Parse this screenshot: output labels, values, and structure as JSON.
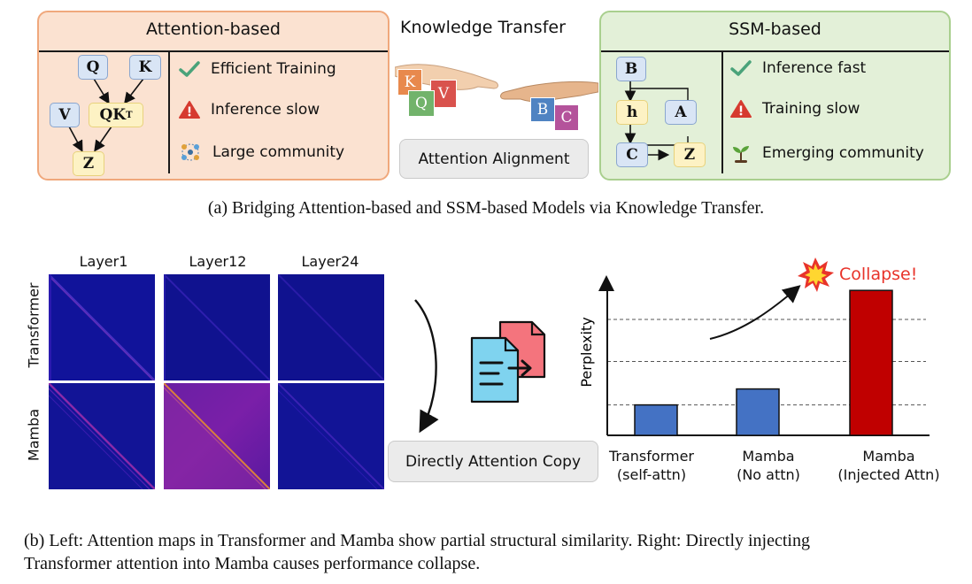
{
  "part_a": {
    "attention_panel": {
      "title": "Attention-based",
      "nodes": [
        "Q",
        "K",
        "V",
        "QK",
        "T",
        "Z"
      ],
      "features": [
        {
          "icon": "checkmark-icon",
          "label": "Efficient Training"
        },
        {
          "icon": "warning-icon",
          "label": "Inference slow"
        },
        {
          "icon": "community-icon",
          "label": "Large community"
        }
      ]
    },
    "center": {
      "title": "Knowledge Transfer",
      "tiles_left": [
        "K",
        "Q",
        "V"
      ],
      "tiles_right": [
        "B",
        "C"
      ],
      "button_label": "Attention Alignment"
    },
    "ssm_panel": {
      "title": "SSM-based",
      "nodes": [
        "B",
        "h",
        "A",
        "C",
        "Z"
      ],
      "features": [
        {
          "icon": "checkmark-icon",
          "label": "Inference fast"
        },
        {
          "icon": "warning-icon",
          "label": "Training slow"
        },
        {
          "icon": "sprout-icon",
          "label": "Emerging community"
        }
      ]
    },
    "caption": "(a) Bridging Attention-based and SSM-based Models via Knowledge Transfer."
  },
  "part_b": {
    "layer_labels": [
      "Layer1",
      "Layer12",
      "Layer24"
    ],
    "row_labels": [
      "Transformer",
      "Mamba"
    ],
    "button_label": "Directly Attention Copy",
    "collapse_label": "Collapse!",
    "caption_line1": "(b) Left: Attention maps in Transformer and Mamba show partial structural similarity. Right: Directly injecting",
    "caption_line2": "Transformer attention into Mamba causes performance collapse."
  },
  "chart_data": {
    "type": "bar",
    "ylabel": "Perplexity",
    "categories": [
      {
        "line1": "Transformer",
        "line2": "(self-attn)"
      },
      {
        "line1": "Mamba",
        "line2": "(No attn)"
      },
      {
        "line1": "Mamba",
        "line2": "(Injected Attn)"
      }
    ],
    "values": [
      0.21,
      0.32,
      1.0
    ],
    "colors": [
      "#4472c4",
      "#4472c4",
      "#c00000"
    ],
    "gridlines": [
      0.21,
      0.51,
      0.8
    ],
    "ylim": [
      0,
      1.05
    ],
    "annotation": "Collapse!"
  }
}
